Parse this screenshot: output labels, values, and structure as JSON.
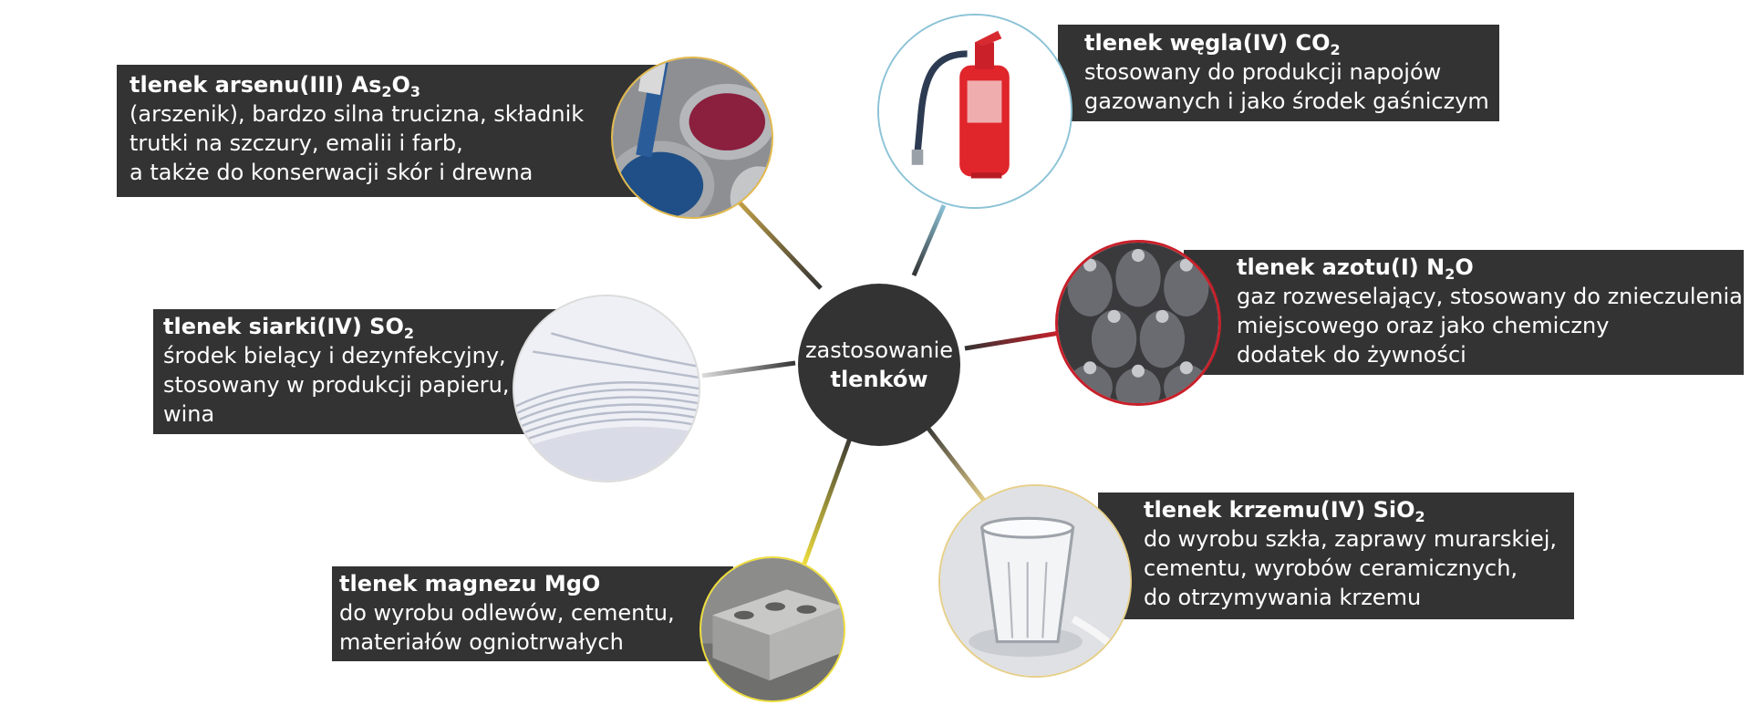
{
  "center": {
    "line1": "zastosowanie",
    "line2": "tlenków"
  },
  "colors": {
    "box": "#333333",
    "hub": "#333333",
    "arsen": "#e1b84a",
    "co2": "#8cc3d7",
    "n2o": "#c8202a",
    "so2": "#dcdcdc",
    "sio2": "#e6cf8a",
    "mgo": "#eddc3c"
  },
  "items": {
    "arsen": {
      "name": "tlenek arsenu(III) As",
      "f1": "2",
      "f2": "O",
      "f3": "3",
      "lines": [
        "(arszenik), bardzo silna trucizna, składnik",
        "trutki na szczury, emalii i farb,",
        "a także do konserwacji skór i drewna"
      ],
      "icon": "paint-cans-image"
    },
    "co2": {
      "name": "tlenek węgla(IV) CO",
      "f1": "2",
      "lines": [
        "stosowany do produkcji napojów",
        "gazowanych i jako środek gaśniczym"
      ],
      "icon": "fire-extinguisher-image"
    },
    "n2o": {
      "name": "tlenek azotu(I) N",
      "f1": "2",
      "f2": "O",
      "lines": [
        "gaz rozweselający, stosowany do znieczulenia",
        "miejscowego oraz jako chemiczny",
        "dodatek do żywności"
      ],
      "icon": "gas-cartridges-image"
    },
    "so2": {
      "name": "tlenek siarki(IV) SO",
      "f1": "2",
      "lines": [
        "środek bielący i dezynfekcyjny,",
        "stosowany w produkcji papieru,",
        "wina"
      ],
      "icon": "paper-stack-image"
    },
    "sio2": {
      "name": "tlenek krzemu(IV) SiO",
      "f1": "2",
      "lines": [
        "do wyrobu szkła, zaprawy murarskiej,",
        "cementu, wyrobów ceramicznych,",
        "do otrzymywania krzemu"
      ],
      "icon": "drinking-glass-image"
    },
    "mgo": {
      "name": "tlenek magnezu MgO",
      "lines": [
        "do wyrobu odlewów, cementu,",
        "materiałów ogniotrwałych"
      ],
      "icon": "concrete-block-image"
    }
  }
}
